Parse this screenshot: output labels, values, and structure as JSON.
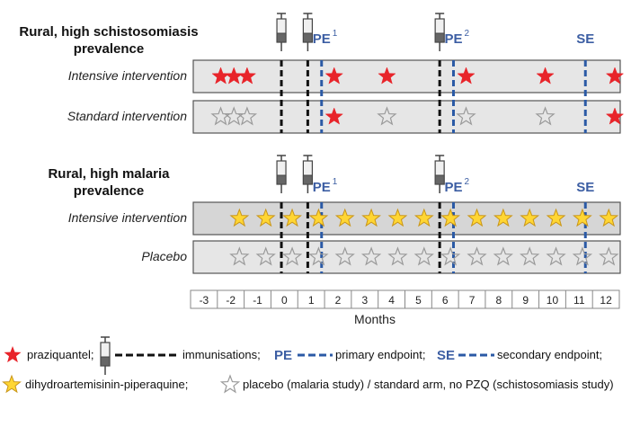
{
  "groups": [
    {
      "title_lines": [
        "Rural, high schistosomiasis",
        "prevalence"
      ],
      "rows": [
        {
          "label": "Intensive intervention",
          "star_kind": "pzq"
        },
        {
          "label": "Standard intervention",
          "star_kind": "pzq"
        }
      ]
    },
    {
      "title_lines": [
        "Rural, high malaria",
        "prevalence"
      ],
      "rows": [
        {
          "label": "Intensive intervention",
          "star_kind": "dp"
        },
        {
          "label": "Placebo",
          "star_kind": "dp"
        }
      ]
    }
  ],
  "endpoints": {
    "pe": "PE",
    "se": "SE",
    "pe1_sup": "1",
    "pe2_sup": "2",
    "pe1_month": 2,
    "pe2_month": 7,
    "se_month": 12
  },
  "immunisation_months": [
    0,
    1,
    6
  ],
  "schisto": {
    "intensive_red": [
      -2.3,
      -1.8,
      -1.3,
      2,
      4,
      7,
      10,
      13
    ],
    "standard_red": [
      2,
      13
    ],
    "standard_grey": [
      -2.3,
      -1.8,
      -1.3,
      4,
      7,
      10
    ]
  },
  "malaria": {
    "intensive_yellow": [
      -2,
      -1,
      0,
      1,
      2,
      3,
      4,
      5,
      6,
      7,
      8,
      9,
      10,
      11,
      12
    ],
    "placebo_grey": [
      -2,
      -1,
      0,
      1,
      2,
      3,
      4,
      5,
      6,
      7,
      8,
      9,
      10,
      11,
      12
    ]
  },
  "axis": {
    "months": [
      "-3",
      "-2",
      "-1",
      "0",
      "1",
      "2",
      "3",
      "4",
      "5",
      "6",
      "7",
      "8",
      "9",
      "10",
      "11",
      "12"
    ],
    "label": "Months"
  },
  "legend": {
    "praziquantel": "praziquantel;",
    "immunisations": "immunisations;",
    "pe": "PE",
    "primary": "primary endpoint;",
    "se": "SE",
    "secondary": "secondary endpoint;",
    "dp": "dihydroartemisinin-piperaquine;",
    "placebo": "placebo (malaria study) / standard arm, no PZQ (schistosomiasis study)"
  },
  "colors": {
    "red_star": "#e8242a",
    "yellow_star": "#ffd633",
    "yellow_stroke": "#c9961a",
    "grey_star": "#9a9a9a",
    "bar_fill": "#e6e6e6",
    "bar_fill_dark": "#d6d6d6",
    "endpoint_blue": "#2b5aa5",
    "pe_text": "#3c5ea3"
  }
}
